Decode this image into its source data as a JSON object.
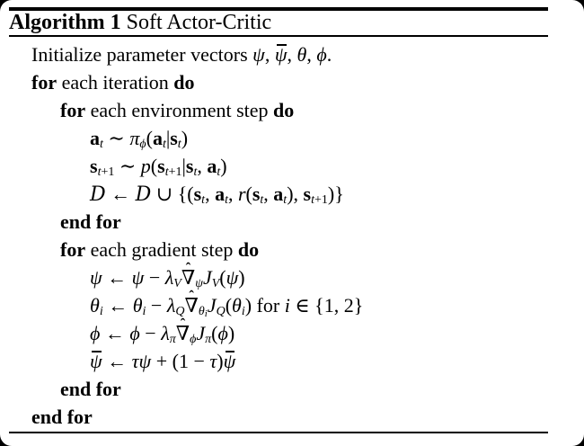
{
  "colors": {
    "frame_background": "#000000",
    "page_background": "#ffffff",
    "text": "#000000",
    "rule": "#000000"
  },
  "symbols": {
    "hat": "ˆ"
  },
  "title": {
    "bold_label": "Algorithm 1",
    "name": " Soft Actor-Critic"
  },
  "algorithm": {
    "lines": [
      {
        "indent": 0,
        "segments": [
          {
            "t": "Initialize parameter vectors ",
            "s": "rm"
          },
          {
            "t": "ψ",
            "s": "it"
          },
          {
            "t": ", ",
            "s": "rm"
          },
          {
            "t": "ψ",
            "s": "it bar"
          },
          {
            "t": ", ",
            "s": "rm"
          },
          {
            "t": "θ",
            "s": "it"
          },
          {
            "t": ", ",
            "s": "rm"
          },
          {
            "t": "ϕ",
            "s": "it"
          },
          {
            "t": ".",
            "s": "rm"
          }
        ]
      },
      {
        "indent": 0,
        "segments": [
          {
            "t": "for",
            "s": "kw"
          },
          {
            "t": " each iteration ",
            "s": "rm"
          },
          {
            "t": "do",
            "s": "kw"
          }
        ]
      },
      {
        "indent": 1,
        "segments": [
          {
            "t": "for",
            "s": "kw"
          },
          {
            "t": " each environment step ",
            "s": "rm"
          },
          {
            "t": "do",
            "s": "kw"
          }
        ]
      },
      {
        "indent": 2,
        "segments": [
          {
            "t": "a",
            "s": "bf"
          },
          {
            "t": "t",
            "s": "sub it"
          },
          {
            "t": " ∼ ",
            "s": "rm"
          },
          {
            "t": "π",
            "s": "it"
          },
          {
            "t": "ϕ",
            "s": "sub it"
          },
          {
            "t": "(",
            "s": "rm"
          },
          {
            "t": "a",
            "s": "bf"
          },
          {
            "t": "t",
            "s": "sub it"
          },
          {
            "t": "|",
            "s": "rm"
          },
          {
            "t": "s",
            "s": "bf"
          },
          {
            "t": "t",
            "s": "sub it"
          },
          {
            "t": ")",
            "s": "rm"
          }
        ]
      },
      {
        "indent": 2,
        "segments": [
          {
            "t": "s",
            "s": "bf"
          },
          {
            "t": "t",
            "s": "sub it"
          },
          {
            "t": "+1",
            "s": "sub"
          },
          {
            "t": " ∼ ",
            "s": "rm"
          },
          {
            "t": "p",
            "s": "it"
          },
          {
            "t": "(",
            "s": "rm"
          },
          {
            "t": "s",
            "s": "bf"
          },
          {
            "t": "t",
            "s": "sub it"
          },
          {
            "t": "+1",
            "s": "sub"
          },
          {
            "t": "|",
            "s": "rm"
          },
          {
            "t": "s",
            "s": "bf"
          },
          {
            "t": "t",
            "s": "sub it"
          },
          {
            "t": ", ",
            "s": "rm"
          },
          {
            "t": "a",
            "s": "bf"
          },
          {
            "t": "t",
            "s": "sub it"
          },
          {
            "t": ")",
            "s": "rm"
          }
        ]
      },
      {
        "indent": 2,
        "segments": [
          {
            "t": "D",
            "s": "cal"
          },
          {
            "t": " ← ",
            "s": "rm"
          },
          {
            "t": "D",
            "s": "cal"
          },
          {
            "t": " ∪ {(",
            "s": "rm"
          },
          {
            "t": "s",
            "s": "bf"
          },
          {
            "t": "t",
            "s": "sub it"
          },
          {
            "t": ", ",
            "s": "rm"
          },
          {
            "t": "a",
            "s": "bf"
          },
          {
            "t": "t",
            "s": "sub it"
          },
          {
            "t": ", ",
            "s": "rm"
          },
          {
            "t": "r",
            "s": "it"
          },
          {
            "t": "(",
            "s": "rm"
          },
          {
            "t": "s",
            "s": "bf"
          },
          {
            "t": "t",
            "s": "sub it"
          },
          {
            "t": ", ",
            "s": "rm"
          },
          {
            "t": "a",
            "s": "bf"
          },
          {
            "t": "t",
            "s": "sub it"
          },
          {
            "t": "), ",
            "s": "rm"
          },
          {
            "t": "s",
            "s": "bf"
          },
          {
            "t": "t",
            "s": "sub it"
          },
          {
            "t": "+1",
            "s": "sub"
          },
          {
            "t": ")}",
            "s": "rm"
          }
        ]
      },
      {
        "indent": 1,
        "segments": [
          {
            "t": "end for",
            "s": "kw"
          }
        ]
      },
      {
        "indent": 1,
        "segments": [
          {
            "t": "for",
            "s": "kw"
          },
          {
            "t": " each gradient step ",
            "s": "rm"
          },
          {
            "t": "do",
            "s": "kw"
          }
        ]
      },
      {
        "indent": 2,
        "segments": [
          {
            "t": "ψ",
            "s": "it"
          },
          {
            "t": " ← ",
            "s": "rm"
          },
          {
            "t": "ψ",
            "s": "it"
          },
          {
            "t": " − ",
            "s": "rm"
          },
          {
            "t": "λ",
            "s": "it"
          },
          {
            "t": "V",
            "s": "sub it"
          },
          {
            "t": "∇",
            "s": "hat"
          },
          {
            "t": "ψ",
            "s": "sub it"
          },
          {
            "t": "J",
            "s": "it"
          },
          {
            "t": "V",
            "s": "sub it"
          },
          {
            "t": "(",
            "s": "rm"
          },
          {
            "t": "ψ",
            "s": "it"
          },
          {
            "t": ")",
            "s": "rm"
          }
        ]
      },
      {
        "indent": 2,
        "segments": [
          {
            "t": "θ",
            "s": "it"
          },
          {
            "t": "i",
            "s": "sub it"
          },
          {
            "t": " ← ",
            "s": "rm"
          },
          {
            "t": "θ",
            "s": "it"
          },
          {
            "t": "i",
            "s": "sub it"
          },
          {
            "t": " − ",
            "s": "rm"
          },
          {
            "t": "λ",
            "s": "it"
          },
          {
            "t": "Q",
            "s": "sub it"
          },
          {
            "t": "∇",
            "s": "hat"
          },
          {
            "t": "θ",
            "s": "sub it"
          },
          {
            "t": "i",
            "s": "subsub it"
          },
          {
            "t": "J",
            "s": "it"
          },
          {
            "t": "Q",
            "s": "sub it"
          },
          {
            "t": "(",
            "s": "rm"
          },
          {
            "t": "θ",
            "s": "it"
          },
          {
            "t": "i",
            "s": "sub it"
          },
          {
            "t": ") for ",
            "s": "rm"
          },
          {
            "t": "i",
            "s": "it"
          },
          {
            "t": " ∈ {1, 2}",
            "s": "rm"
          }
        ]
      },
      {
        "indent": 2,
        "segments": [
          {
            "t": "ϕ",
            "s": "it"
          },
          {
            "t": " ← ",
            "s": "rm"
          },
          {
            "t": "ϕ",
            "s": "it"
          },
          {
            "t": " − ",
            "s": "rm"
          },
          {
            "t": "λ",
            "s": "it"
          },
          {
            "t": "π",
            "s": "sub it"
          },
          {
            "t": "∇",
            "s": "hat"
          },
          {
            "t": "ϕ",
            "s": "sub it"
          },
          {
            "t": "J",
            "s": "it"
          },
          {
            "t": "π",
            "s": "sub it"
          },
          {
            "t": "(",
            "s": "rm"
          },
          {
            "t": "ϕ",
            "s": "it"
          },
          {
            "t": ")",
            "s": "rm"
          }
        ]
      },
      {
        "indent": 2,
        "segments": [
          {
            "t": "ψ",
            "s": "it bar"
          },
          {
            "t": " ← ",
            "s": "rm"
          },
          {
            "t": "τ",
            "s": "it"
          },
          {
            "t": "ψ",
            "s": "it"
          },
          {
            "t": " + (1 − ",
            "s": "rm"
          },
          {
            "t": "τ",
            "s": "it"
          },
          {
            "t": ")",
            "s": "rm"
          },
          {
            "t": "ψ",
            "s": "it bar"
          }
        ]
      },
      {
        "indent": 1,
        "segments": [
          {
            "t": "end for",
            "s": "kw"
          }
        ]
      },
      {
        "indent": 0,
        "segments": [
          {
            "t": "end for",
            "s": "kw"
          }
        ]
      }
    ]
  }
}
